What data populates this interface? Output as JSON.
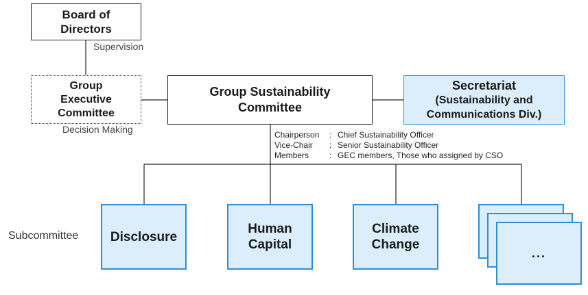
{
  "nodes": {
    "board": "Board of\nDirectors",
    "gec": "Group\nExecutive\nCommittee",
    "gsc": "Group Sustainability\nCommittee",
    "secretariat_title": "Secretariat",
    "secretariat_sub": "(Sustainability and\nCommunications Div.)"
  },
  "edge_labels": {
    "supervision": "Supervision",
    "decision_making": "Decision Making"
  },
  "roles": [
    {
      "title": "Chairperson",
      "sep": ":",
      "value": "Chief Sustainability Officer"
    },
    {
      "title": "Vice-Chair",
      "sep": ":",
      "value": "Senior Sustainability Officer"
    },
    {
      "title": "Members",
      "sep": ":",
      "value": "GEC members, Those who assigned by CSO"
    }
  ],
  "subcommittee_label": "Subcommittee",
  "subcommittees": [
    {
      "label": "Disclosure"
    },
    {
      "label": "Human\nCapital"
    },
    {
      "label": "Climate\nChange"
    },
    {
      "label": "..."
    }
  ],
  "colors": {
    "accent_border": "#2a8fd6",
    "accent_fill": "#dceefb",
    "line": "#222222"
  }
}
